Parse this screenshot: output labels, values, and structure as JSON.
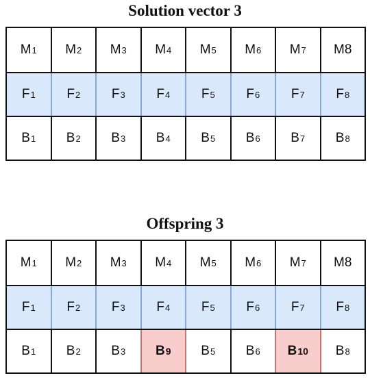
{
  "diagrams": [
    {
      "title": "Solution vector 3",
      "rows": [
        {
          "kind": "M",
          "cells": [
            {
              "base": "M",
              "sub": "1"
            },
            {
              "base": "M",
              "sub": "2"
            },
            {
              "base": "M",
              "sub": "3"
            },
            {
              "base": "M",
              "sub": "4"
            },
            {
              "base": "M",
              "sub": "5"
            },
            {
              "base": "M",
              "sub": "6"
            },
            {
              "base": "M",
              "sub": "7"
            },
            {
              "base": "M8",
              "sub": ""
            }
          ]
        },
        {
          "kind": "F",
          "cells": [
            {
              "base": "F",
              "sub": "1"
            },
            {
              "base": "F",
              "sub": "2"
            },
            {
              "base": "F",
              "sub": "3"
            },
            {
              "base": "F",
              "sub": "4"
            },
            {
              "base": "F",
              "sub": "5"
            },
            {
              "base": "F",
              "sub": "6"
            },
            {
              "base": "F",
              "sub": "7"
            },
            {
              "base": "F",
              "sub": "8"
            }
          ]
        },
        {
          "kind": "B",
          "cells": [
            {
              "base": "B",
              "sub": "1"
            },
            {
              "base": "B",
              "sub": "2"
            },
            {
              "base": "B",
              "sub": "3"
            },
            {
              "base": "B",
              "sub": "4"
            },
            {
              "base": "B",
              "sub": "5"
            },
            {
              "base": "B",
              "sub": "6"
            },
            {
              "base": "B",
              "sub": "7"
            },
            {
              "base": "B",
              "sub": "8"
            }
          ]
        }
      ]
    },
    {
      "title": "Offspring 3",
      "rows": [
        {
          "kind": "M",
          "cells": [
            {
              "base": "M",
              "sub": "1"
            },
            {
              "base": "M",
              "sub": "2"
            },
            {
              "base": "M",
              "sub": "3"
            },
            {
              "base": "M",
              "sub": "4"
            },
            {
              "base": "M",
              "sub": "5"
            },
            {
              "base": "M",
              "sub": "6"
            },
            {
              "base": "M",
              "sub": "7"
            },
            {
              "base": "M8",
              "sub": ""
            }
          ]
        },
        {
          "kind": "F",
          "cells": [
            {
              "base": "F",
              "sub": "1"
            },
            {
              "base": "F",
              "sub": "2"
            },
            {
              "base": "F",
              "sub": "3"
            },
            {
              "base": "F",
              "sub": "4"
            },
            {
              "base": "F",
              "sub": "5"
            },
            {
              "base": "F",
              "sub": "6"
            },
            {
              "base": "F",
              "sub": "7"
            },
            {
              "base": "F",
              "sub": "8"
            }
          ]
        },
        {
          "kind": "B",
          "cells": [
            {
              "base": "B",
              "sub": "1"
            },
            {
              "base": "B",
              "sub": "2"
            },
            {
              "base": "B",
              "sub": "3"
            },
            {
              "base": "B",
              "sub": "9",
              "highlight": true
            },
            {
              "base": "B",
              "sub": "5"
            },
            {
              "base": "B",
              "sub": "6"
            },
            {
              "base": "B",
              "sub": "10",
              "highlight": true
            },
            {
              "base": "B",
              "sub": "8"
            }
          ]
        }
      ]
    }
  ],
  "colors": {
    "f_row_fill": "#dae8fc",
    "highlight_fill": "#f8cecc",
    "border": "#111111"
  }
}
